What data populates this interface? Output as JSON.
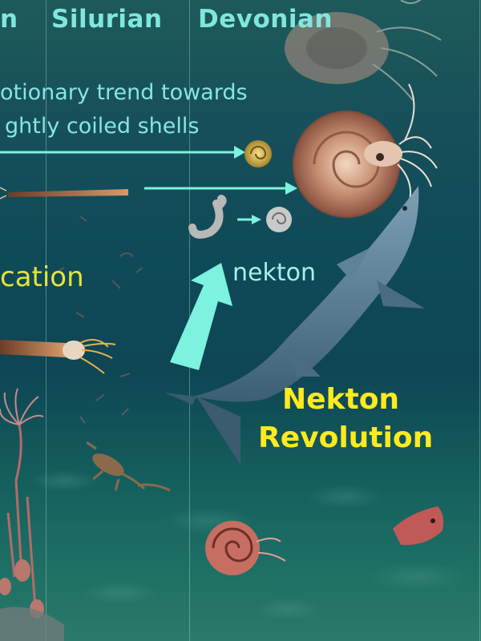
{
  "periods": [
    "n",
    "Silurian",
    "Devonian"
  ],
  "trend": {
    "line1": "otionary trend towards",
    "line2": "ghtly coiled shells"
  },
  "left_label": "cation",
  "nekton_label": "nekton",
  "revolution": {
    "line1": "Nekton",
    "line2": "Revolution"
  },
  "colors": {
    "period_text": "#7fe7df",
    "arrow": "#7cf2df",
    "highlight_text": "#ffea1e",
    "left_label_text": "#e6e43a"
  }
}
